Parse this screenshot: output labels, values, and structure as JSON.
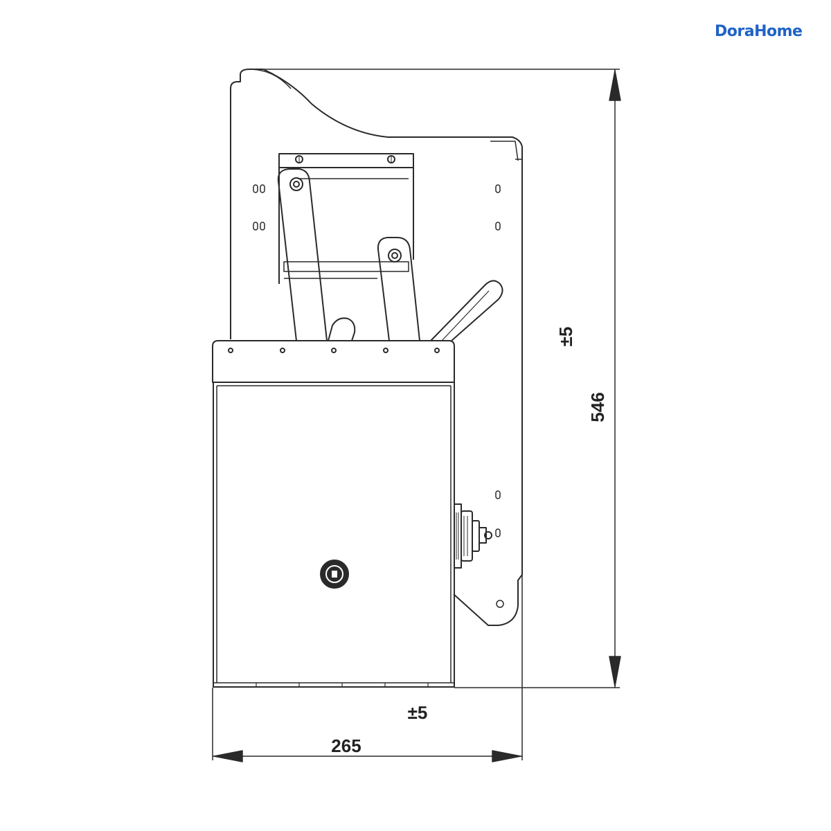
{
  "brand": {
    "logo_text": "DoraHome",
    "accent": "#1f63c6"
  },
  "dimensions": {
    "height": "546",
    "height_tolerance": "±5",
    "width": "265",
    "width_tolerance": "±5"
  },
  "colors": {
    "line": "#2a2a2a",
    "background": "#ffffff"
  }
}
